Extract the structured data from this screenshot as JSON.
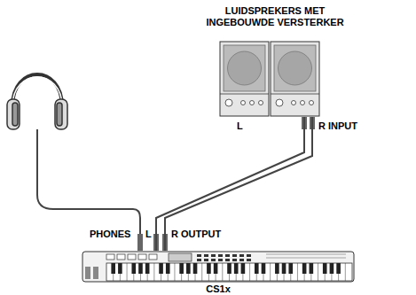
{
  "diagram": {
    "nodes": [
      {
        "text": [
          "LUIDSPREKERS MET INGEBOUWDE VERSTERKER"
        ]
      },
      {
        "text": [
          "CS1x"
        ]
      }
    ],
    "edges": [
      {
        "from": 1,
        "to": 0,
        "arrow": "none"
      },
      {
        "from": 1,
        "to": 0,
        "arrow": "none"
      }
    ],
    "labels": [
      "L",
      "R INPUT",
      "PHONES",
      "L",
      "R OUTPUT"
    ]
  }
}
